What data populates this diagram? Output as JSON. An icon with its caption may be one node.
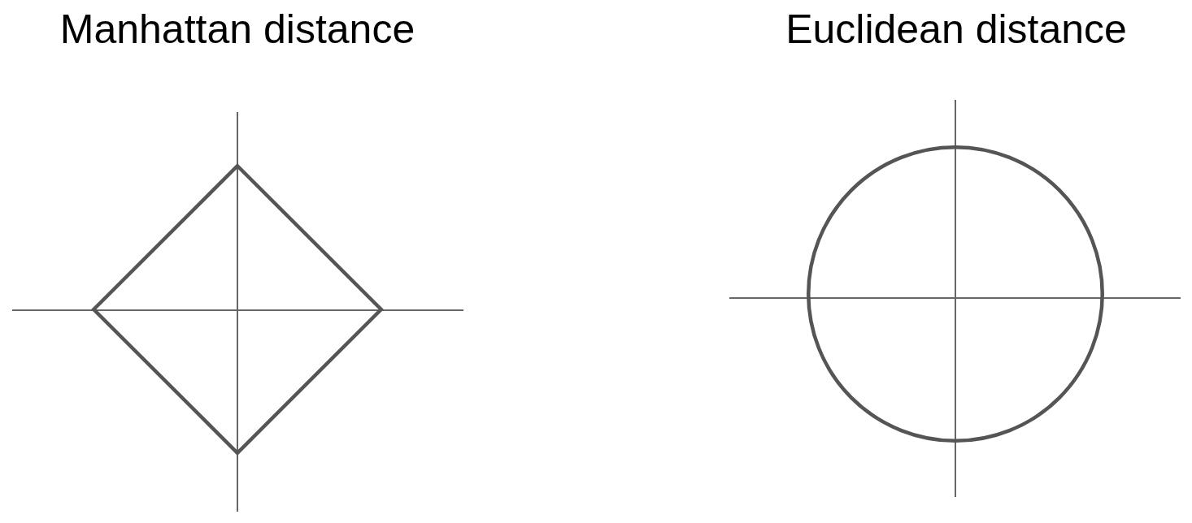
{
  "diagram": {
    "nodes": [
      {
        "text": [],
        "shape": "diamond"
      },
      {
        "text": [],
        "shape": "circle"
      }
    ],
    "labels": [
      "Manhattan distance",
      "Euclidean distance"
    ]
  }
}
